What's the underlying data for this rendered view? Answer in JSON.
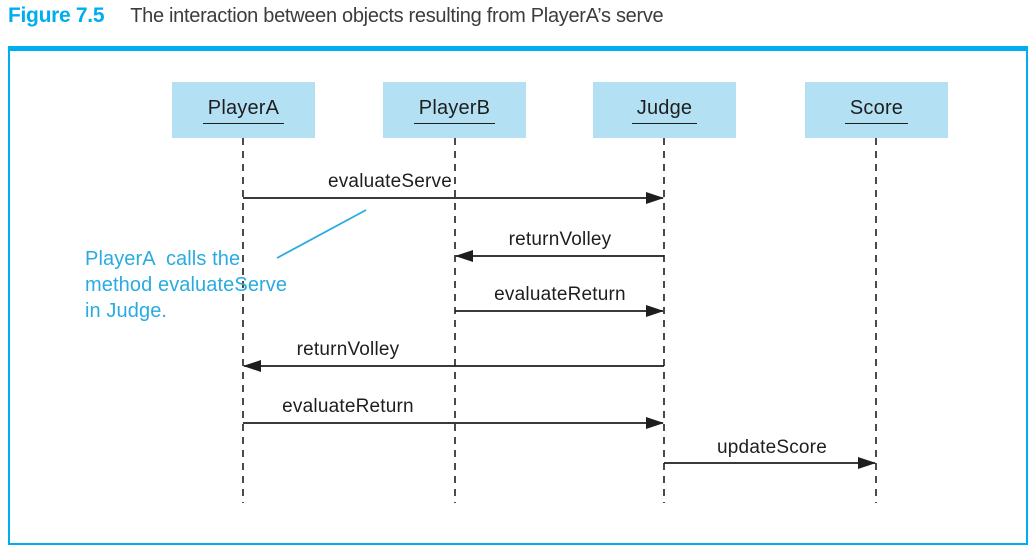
{
  "header": {
    "figure_label": "Figure 7.5",
    "caption": "The interaction between objects resulting from PlayerA’s serve"
  },
  "colors": {
    "accent_cyan": "#00AEEF",
    "object_box_fill": "#B4E0F4",
    "annotation_text": "#29ABE2",
    "diagram_line": "#1E1E1E",
    "caption_text": "#3C3C3C"
  },
  "diagram": {
    "type": "uml-sequence-diagram",
    "objects": [
      {
        "label": "PlayerA"
      },
      {
        "label": "PlayerB"
      },
      {
        "label": "Judge"
      },
      {
        "label": "Score"
      }
    ],
    "messages": [
      {
        "label": "evaluateServe",
        "from": "PlayerA",
        "to": "Judge"
      },
      {
        "label": "returnVolley",
        "from": "Judge",
        "to": "PlayerB"
      },
      {
        "label": "evaluateReturn",
        "from": "PlayerB",
        "to": "Judge"
      },
      {
        "label": "returnVolley",
        "from": "Judge",
        "to": "PlayerA"
      },
      {
        "label": "evaluateReturn",
        "from": "PlayerA",
        "to": "Judge"
      },
      {
        "label": "updateScore",
        "from": "Judge",
        "to": "Score"
      }
    ],
    "annotation": {
      "lines": [
        "PlayerA  calls the",
        "method evaluateServe",
        "in Judge."
      ],
      "points_to": "evaluateServe message arrow"
    }
  }
}
